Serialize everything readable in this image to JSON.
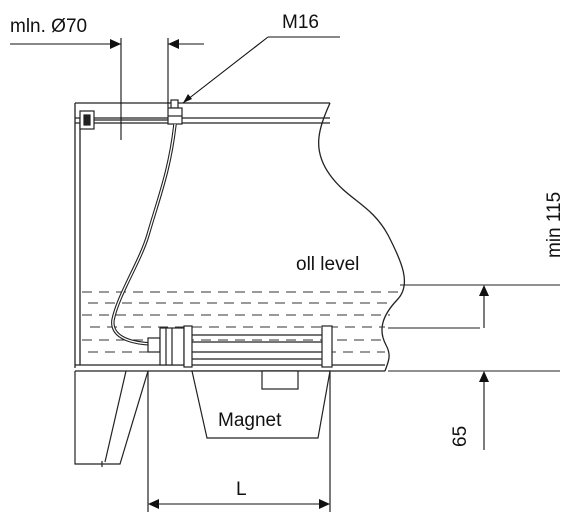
{
  "labels": {
    "min_diameter": "mln. Ø70",
    "thread": "M16",
    "oil_level": "oll level",
    "min_height": "min 115",
    "magnet": "Magnet",
    "bottom_height": "65",
    "length": "L"
  }
}
